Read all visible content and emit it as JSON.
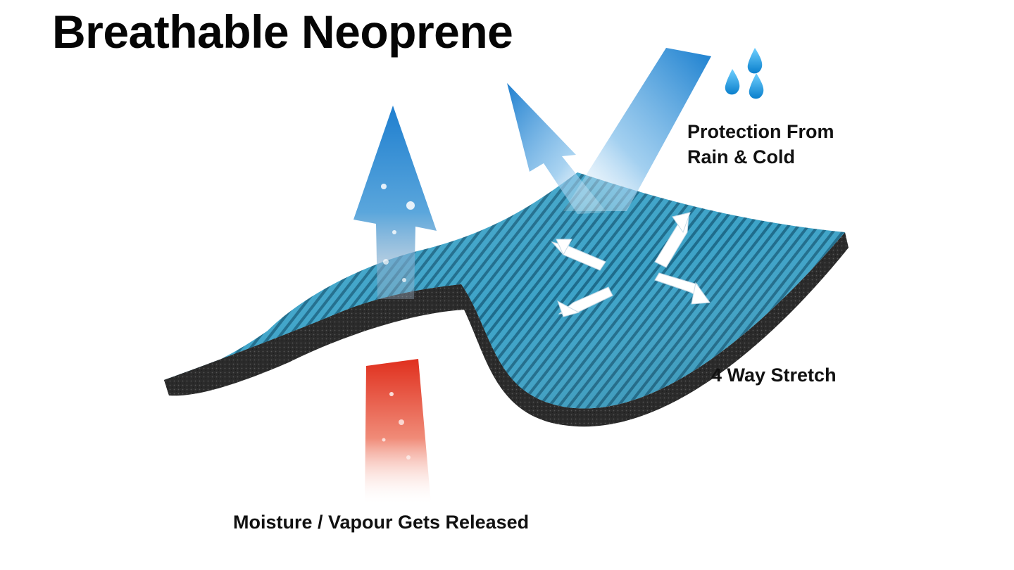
{
  "title": "Breathable Neoprene",
  "labels": {
    "protection_line1": "Protection From",
    "protection_line2": "Rain & Cold",
    "stretch": "4 Way Stretch",
    "moisture": "Moisture / Vapour Gets Released"
  },
  "icons": {
    "rain_drops": "water-drops-icon",
    "stretch_arrows": "four-way-arrows-icon"
  },
  "colors": {
    "title_text": "#050505",
    "label_text": "#111111",
    "fabric_blue": "#3a9fc4",
    "fabric_dark": "#1f6f90",
    "foam_black": "#2a2a2a",
    "arrow_blue": "#2f8fd6",
    "vapour_red": "#e23a2a",
    "drop_blue": "#1aa0e6"
  }
}
